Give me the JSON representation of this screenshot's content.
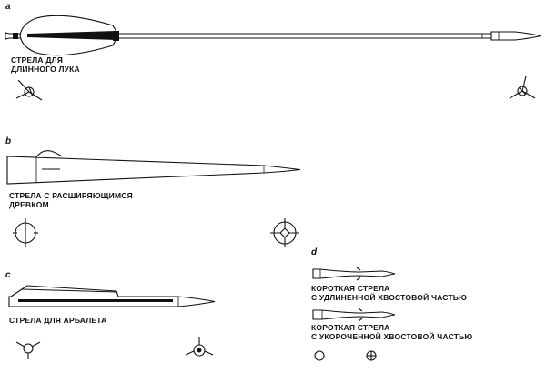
{
  "sections": {
    "a": {
      "letter": "a",
      "caption_line1": "СТРЕЛА ДЛЯ",
      "caption_line2": "ДЛИННОГО ЛУКА"
    },
    "b": {
      "letter": "b",
      "caption_line1": "СТРЕЛА С РАСШИРЯЮЩИМСЯ",
      "caption_line2": "ДРЕВКОМ"
    },
    "c": {
      "letter": "c",
      "caption_line1": "СТРЕЛА ДЛЯ АРБАЛЕТА"
    },
    "d": {
      "letter": "d",
      "caption1_line1": "КОРОТКАЯ СТРЕЛА",
      "caption1_line2": "С УДЛИНЕННОЙ ХВОСТОВОЙ ЧАСТЬЮ",
      "caption2_line1": "КОРОТКАЯ СТРЕЛА",
      "caption2_line2": "С УКОРОЧЕННОЙ ХВОСТОВОЙ ЧАСТЬЮ"
    }
  }
}
